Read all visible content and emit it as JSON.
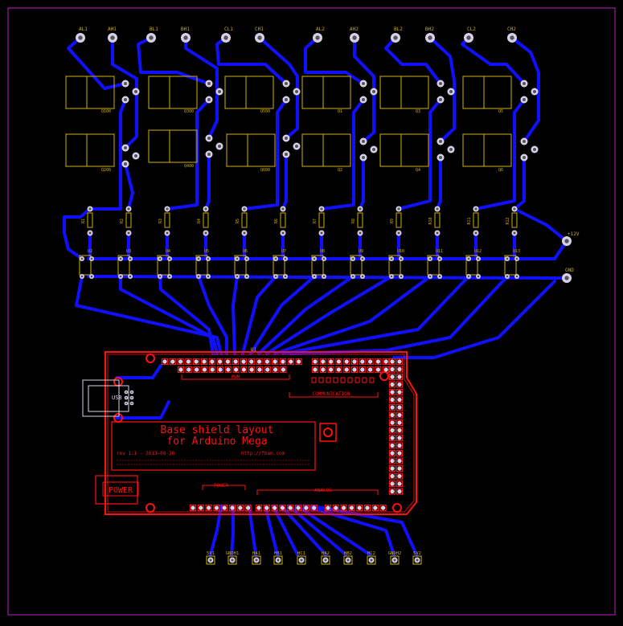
{
  "colors": {
    "background": "#000000",
    "outline": "#c020c0",
    "trace": "#1010ff",
    "silk": "#d0b000",
    "top_layer": "#ff1010",
    "pad": "#d8d0e8"
  },
  "top_pads": [
    "AL1",
    "AH1",
    "BL1",
    "BH1",
    "CL1",
    "CH1",
    "AL2",
    "AH2",
    "BL2",
    "BH2",
    "CL2",
    "CH2"
  ],
  "mosfets_top": [
    "Q100",
    "Q300",
    "Q500",
    "Q1",
    "Q3",
    "Q5"
  ],
  "mosfets_bottom": [
    "Q200",
    "Q400",
    "Q600",
    "Q2",
    "Q4",
    "Q6"
  ],
  "resistors": [
    "R1",
    "R2",
    "R3",
    "R4",
    "R5",
    "R6",
    "R7",
    "R8",
    "R9",
    "R10",
    "R11",
    "R12"
  ],
  "optos": [
    "U2",
    "U3",
    "U4",
    "U5",
    "U6",
    "U7",
    "U8",
    "U9",
    "U10",
    "U11",
    "U12",
    "U13"
  ],
  "power_pads": [
    "+12V",
    "GND"
  ],
  "bottom_pads": [
    "5V1",
    "GNDH1",
    "HA1",
    "HB1",
    "HC1",
    "HA2",
    "HB2",
    "HC2",
    "GNDH2",
    "5V2"
  ],
  "shield": {
    "ref": "U1",
    "title_line1": "Base shield layout",
    "title_line2": "for Arduino Mega",
    "rev": "rev 1.1 - 2013-08-20",
    "url": "http://fbam.com",
    "power_box": "POWER",
    "header_pwm": "PWM",
    "header_comm": "COMMUNICATION",
    "header_power": "POWER",
    "header_analog": "ANALOG",
    "usb": "USB"
  }
}
